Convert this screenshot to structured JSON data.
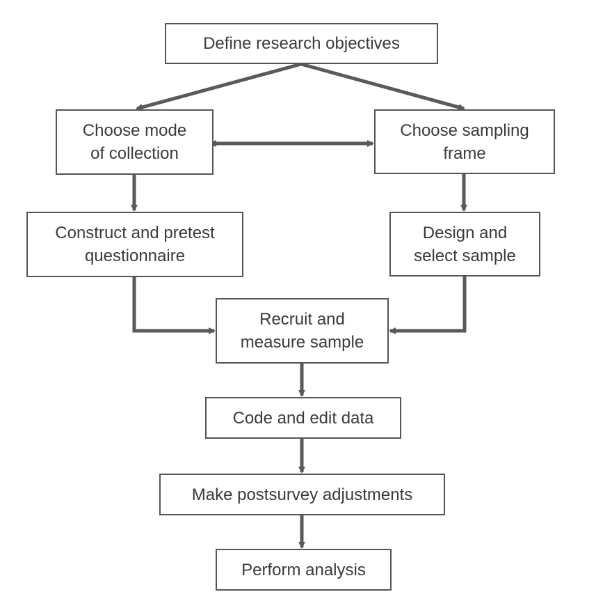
{
  "colors": {
    "arrow": "#5a5a5a",
    "box_border": "#555555",
    "text": "#3a3a3a",
    "background": "#ffffff"
  },
  "nodes": {
    "define_objectives": "Define research objectives",
    "choose_mode": "Choose mode\nof collection",
    "choose_frame": "Choose sampling\nframe",
    "construct_questionnaire": "Construct and pretest\nquestionnaire",
    "design_sample": "Design and\nselect sample",
    "recruit_measure": "Recruit and\nmeasure sample",
    "code_edit": "Code and edit data",
    "postsurvey_adjustments": "Make postsurvey adjustments",
    "perform_analysis": "Perform analysis"
  },
  "edges": [
    {
      "from": "define_objectives",
      "to": "choose_mode"
    },
    {
      "from": "define_objectives",
      "to": "choose_frame"
    },
    {
      "from": "choose_mode",
      "to": "choose_frame",
      "bidirectional": true
    },
    {
      "from": "choose_mode",
      "to": "construct_questionnaire"
    },
    {
      "from": "choose_frame",
      "to": "design_sample"
    },
    {
      "from": "construct_questionnaire",
      "to": "recruit_measure"
    },
    {
      "from": "design_sample",
      "to": "recruit_measure"
    },
    {
      "from": "recruit_measure",
      "to": "code_edit"
    },
    {
      "from": "code_edit",
      "to": "postsurvey_adjustments"
    },
    {
      "from": "postsurvey_adjustments",
      "to": "perform_analysis"
    }
  ]
}
